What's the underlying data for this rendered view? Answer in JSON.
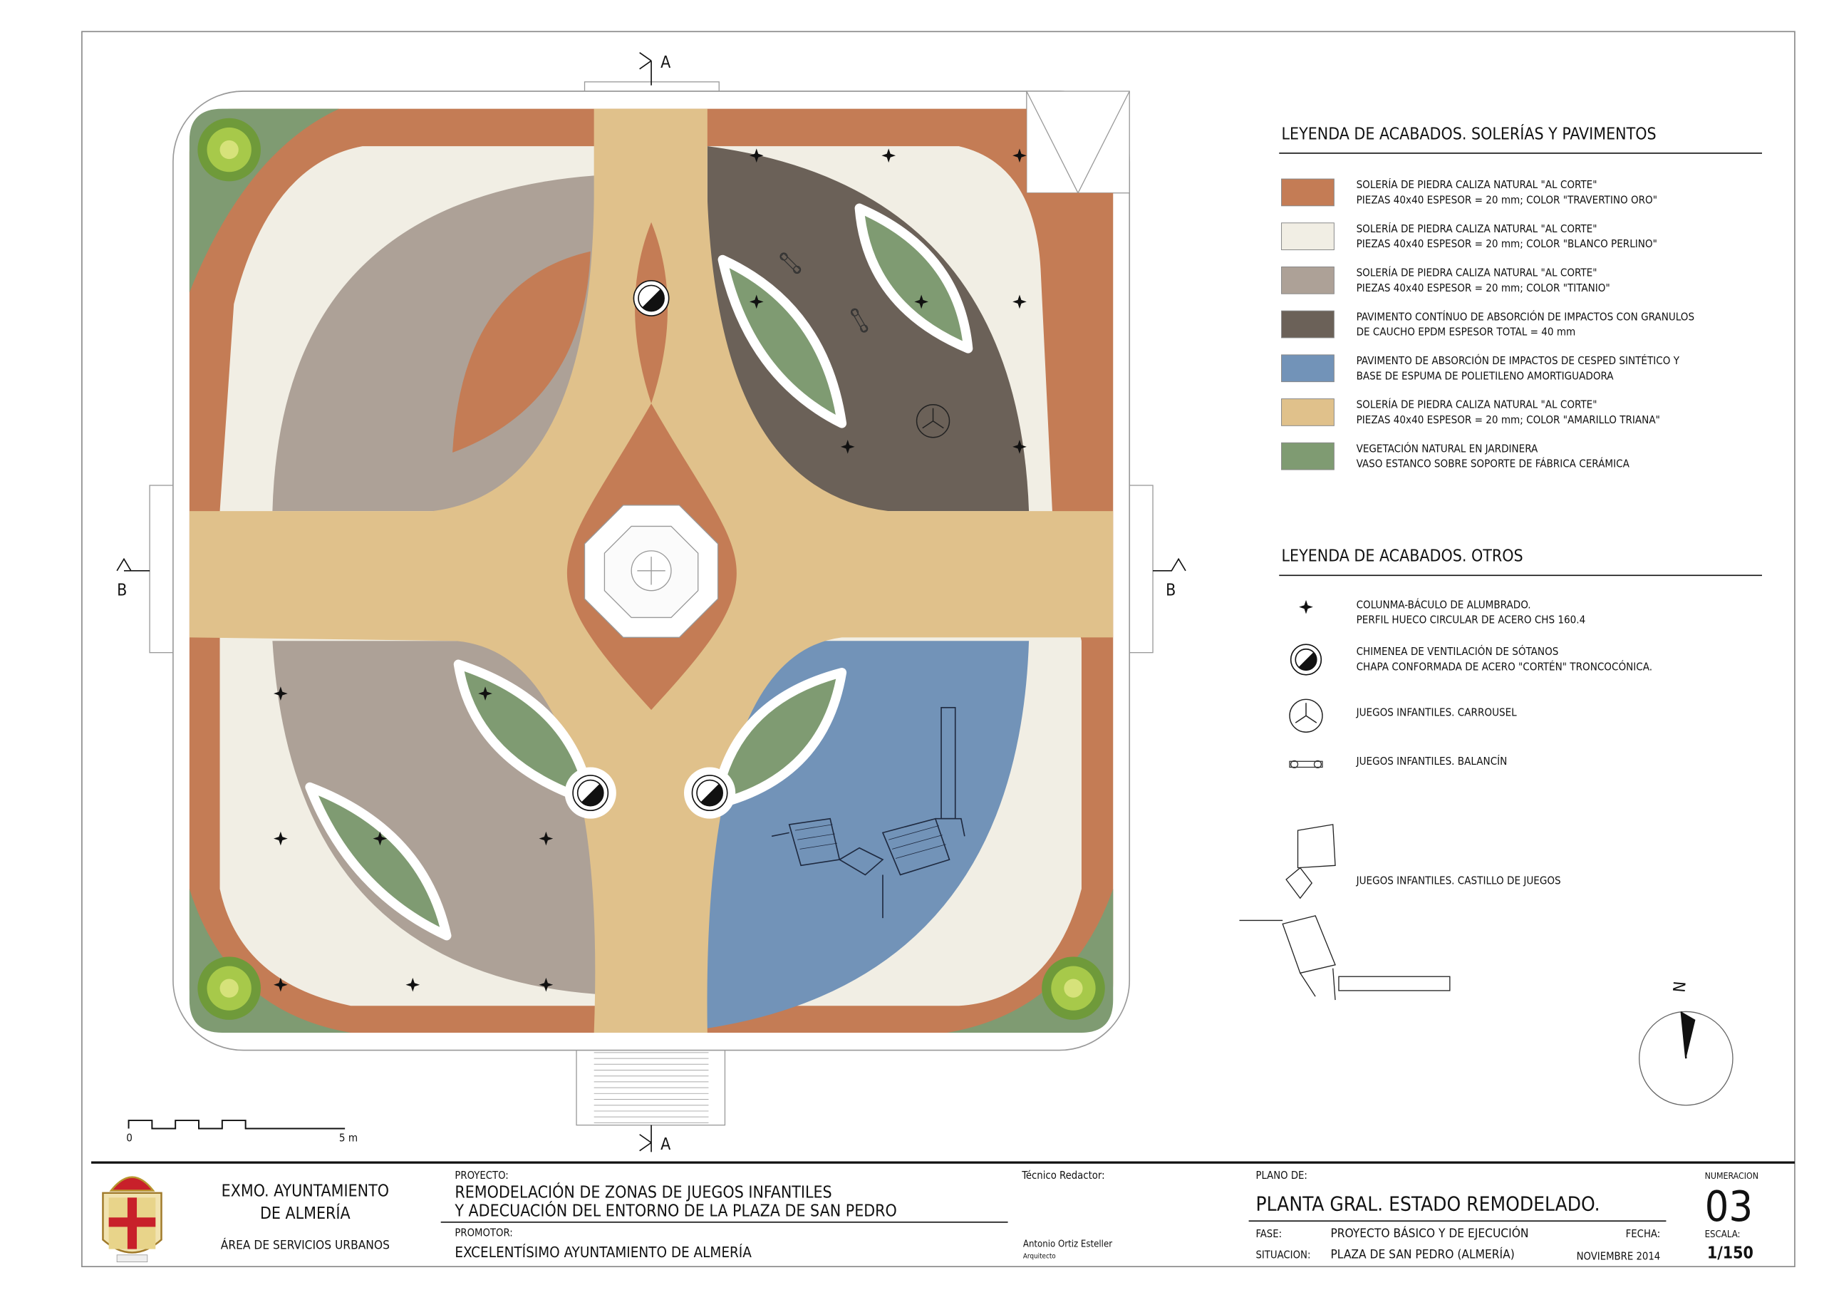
{
  "plan": {
    "section_a": "A",
    "section_b": "B",
    "scale_bar": {
      "start": "0",
      "end": "5 m"
    },
    "north": "N",
    "colors": {
      "travertino_oro": "#c47c55",
      "blanco_perlino": "#f1eee4",
      "titanio": "#ada197",
      "epdm": "#6b6158",
      "cesped": "#7293b8",
      "amarillo_triana": "#e0c18b",
      "vegetacion": "#7f9b72"
    }
  },
  "legend_pavements": {
    "title": "LEYENDA DE ACABADOS. SOLERÍAS Y PAVIMENTOS",
    "items": [
      {
        "color": "#c47c55",
        "line1": "SOLERÍA DE PIEDRA CALIZA NATURAL \"AL CORTE\"",
        "line2": "PIEZAS 40x40 ESPESOR = 20 mm; COLOR \"TRAVERTINO ORO\""
      },
      {
        "color": "#f1eee4",
        "line1": "SOLERÍA DE PIEDRA CALIZA NATURAL \"AL CORTE\"",
        "line2": "PIEZAS 40x40 ESPESOR = 20 mm; COLOR \"BLANCO PERLINO\""
      },
      {
        "color": "#ada197",
        "line1": "SOLERÍA DE PIEDRA CALIZA NATURAL \"AL CORTE\"",
        "line2": "PIEZAS 40x40 ESPESOR = 20 mm; COLOR \"TITANIO\""
      },
      {
        "color": "#6b6158",
        "line1": "PAVIMENTO CONTÍNUO DE ABSORCIÓN DE IMPACTOS CON GRANULOS",
        "line2": "DE CAUCHO EPDM ESPESOR TOTAL = 40 mm"
      },
      {
        "color": "#7293b8",
        "line1": "PAVIMENTO DE ABSORCIÓN DE IMPACTOS DE CESPED SINTÉTICO Y",
        "line2": "BASE DE ESPUMA DE POLIETILENO AMORTIGUADORA"
      },
      {
        "color": "#e0c18b",
        "line1": "SOLERÍA DE PIEDRA CALIZA NATURAL \"AL CORTE\"",
        "line2": "PIEZAS 40x40 ESPESOR = 20 mm; COLOR \"AMARILLO TRIANA\""
      },
      {
        "color": "#7f9b72",
        "line1": "VEGETACIÓN NATURAL EN JARDINERA",
        "line2": "VASO ESTANCO SOBRE SOPORTE DE FÁBRICA CERÁMICA"
      }
    ]
  },
  "legend_other": {
    "title": "LEYENDA DE ACABADOS. OTROS",
    "items": [
      {
        "icon": "lamp-post-icon",
        "line1": "COLUNMA-BÁCULO DE ALUMBRADO.",
        "line2": "PERFIL HUECO CIRCULAR DE ACERO CHS 160.4"
      },
      {
        "icon": "chimney-icon",
        "line1": "CHIMENEA DE VENTILACIÓN DE SÓTANOS",
        "line2": "CHAPA CONFORMADA DE ACERO \"CORTÉN\" TRONCOCÓNICA."
      },
      {
        "icon": "carousel-icon",
        "line1": "JUEGOS INFANTILES. CARROUSEL",
        "line2": ""
      },
      {
        "icon": "seesaw-icon",
        "line1": "JUEGOS INFANTILES. BALANCÍN",
        "line2": ""
      },
      {
        "icon": "play-castle-icon",
        "line1": "JUEGOS INFANTILES. CASTILLO DE JUEGOS",
        "line2": ""
      }
    ]
  },
  "title_block": {
    "org_line1": "EXMO. AYUNTAMIENTO",
    "org_line2": "DE ALMERÍA",
    "org_dept": "ÁREA DE SERVICIOS URBANOS",
    "project_label": "PROYECTO:",
    "project_line1": "REMODELACIÓN DE ZONAS DE JUEGOS INFANTILES",
    "project_line2": "Y ADECUACIÓN DEL ENTORNO DE LA PLAZA DE SAN PEDRO",
    "promoter_label": "PROMOTOR:",
    "promoter": "EXCELENTÍSIMO AYUNTAMIENTO DE ALMERÍA",
    "author_label": "Técnico Redactor:",
    "author_name": "Antonio Ortiz Esteller",
    "author_role": "Arquitecto",
    "plan_label": "PLANO DE:",
    "plan_title": "PLANTA GRAL. ESTADO REMODELADO.",
    "phase_label": "FASE:",
    "phase": "PROYECTO BÁSICO Y DE EJECUCIÓN",
    "date_label": "FECHA:",
    "date": "NOVIEMBRE 2014",
    "location_label": "SITUACION:",
    "location": "PLAZA DE SAN PEDRO (ALMERÍA)",
    "number_label": "NUMERACION",
    "number": "03",
    "scale_label": "ESCALA:",
    "scale": "1/150"
  }
}
